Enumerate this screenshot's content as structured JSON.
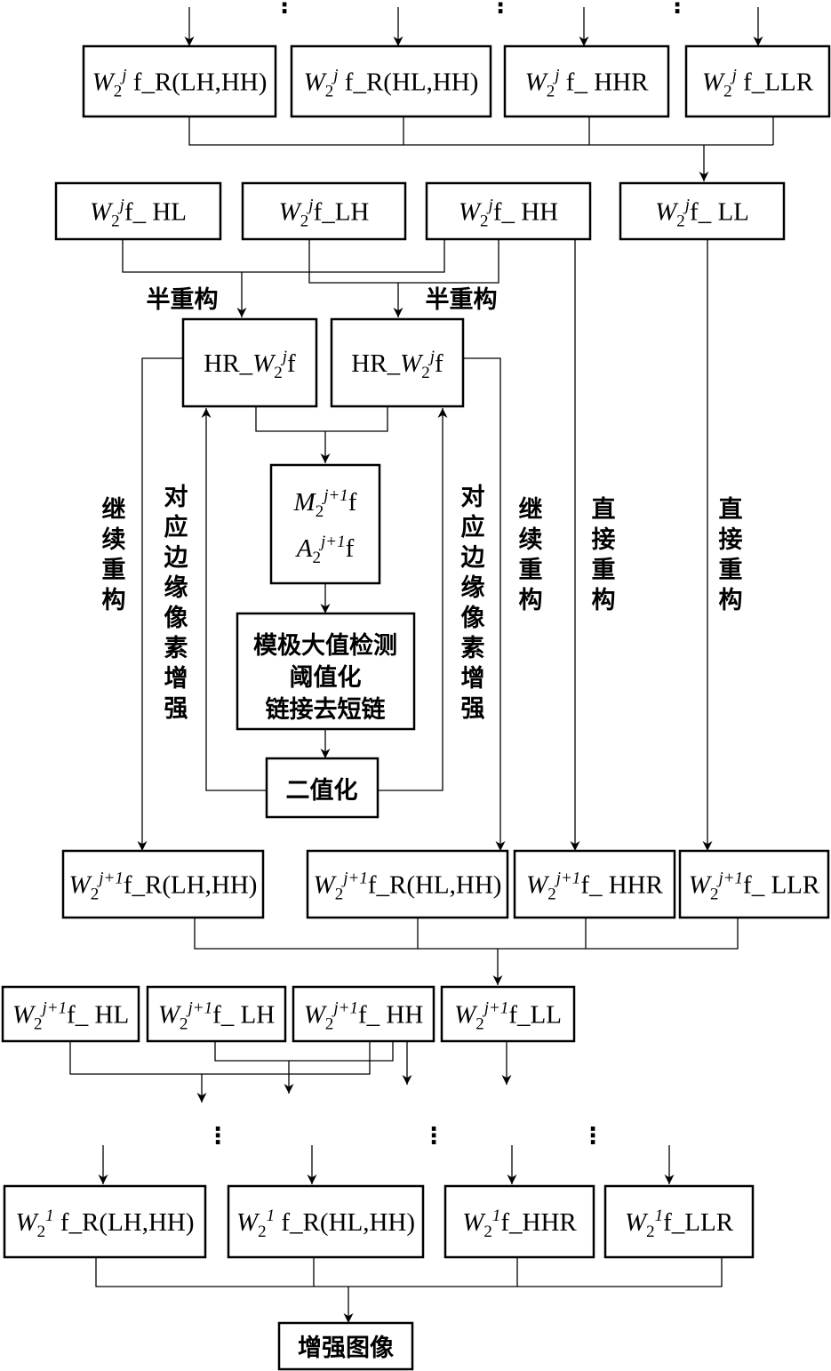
{
  "colors": {
    "line": "#000000",
    "background": "#ffffff"
  },
  "continuation": "⋮",
  "labels": {
    "half_reconstruction": "半重构",
    "continue_reconstruction": "继续重构",
    "edge_enhance": "对应边缘像素增强",
    "direct_reconstruction": "直接重构"
  },
  "boxes": {
    "w2j_r_lh_hh": {
      "prefix": "W",
      "sub": "2",
      "sup": "j",
      "rest": " f_R(LH,HH)"
    },
    "w2j_r_hl_hh": {
      "prefix": "W",
      "sub": "2",
      "sup": "j",
      "rest": " f_R(HL,HH)"
    },
    "w2j_hhr": {
      "prefix": "W",
      "sub": "2",
      "sup": "j",
      "rest": " f_ HHR"
    },
    "w2j_llr": {
      "prefix": "W",
      "sub": "2",
      "sup": "j",
      "rest": " f_LLR"
    },
    "w2j_hl": {
      "prefix": "W",
      "sub": "2",
      "sup": "j",
      "rest": "f_ HL"
    },
    "w2j_lh": {
      "prefix": "W",
      "sub": "2",
      "sup": "j",
      "rest": "f_LH"
    },
    "w2j_hh": {
      "prefix": "W",
      "sub": "2",
      "sup": "j",
      "rest": "f_ HH"
    },
    "w2j_ll": {
      "prefix": "W",
      "sub": "2",
      "sup": "j",
      "rest": "f_ LL"
    },
    "hr_left": {
      "lead": "HR_",
      "prefix": "W",
      "sub": "2",
      "sup": "j",
      "rest": "f"
    },
    "hr_right": {
      "lead": "HR_",
      "prefix": "W",
      "sub": "2",
      "sup": "j",
      "rest": "f"
    },
    "modulus_line1": {
      "prefix": "M",
      "sub": "2",
      "sup": "j+1",
      "rest": "f"
    },
    "modulus_line2": {
      "prefix": "A",
      "sub": "2",
      "sup": "j+1",
      "rest": "f"
    },
    "processing": [
      "模极大值检测",
      "阈值化",
      "链接去短链"
    ],
    "binarize": "二值化",
    "w2j1_r_lh_hh": {
      "prefix": "W",
      "sub": "2",
      "sup": "j+1",
      "rest": "f_R(LH,HH)"
    },
    "w2j1_r_hl_hh": {
      "prefix": "W",
      "sub": "2",
      "sup": "j+1",
      "rest": "f_R(HL,HH)"
    },
    "w2j1_hhr": {
      "prefix": "W",
      "sub": "2",
      "sup": "j+1",
      "rest": "f_ HHR"
    },
    "w2j1_llr": {
      "prefix": "W",
      "sub": "2",
      "sup": "j+1",
      "rest": "f_ LLR"
    },
    "w2j1_hl": {
      "prefix": "W",
      "sub": "2",
      "sup": "j+1",
      "rest": "f_ HL"
    },
    "w2j1_lh": {
      "prefix": "W",
      "sub": "2",
      "sup": "j+1",
      "rest": "f_ LH"
    },
    "w2j1_hh": {
      "prefix": "W",
      "sub": "2",
      "sup": "j+1",
      "rest": "f_ HH"
    },
    "w2j1_ll": {
      "prefix": "W",
      "sub": "2",
      "sup": "j+1",
      "rest": "f_LL"
    },
    "w21_r_lh_hh": {
      "prefix": "W",
      "sub": "2",
      "sup": "1",
      "rest": " f_R(LH,HH)"
    },
    "w21_r_hl_hh": {
      "prefix": "W",
      "sub": "2",
      "sup": "1",
      "rest": " f_R(HL,HH)"
    },
    "w21_hhr": {
      "prefix": "W",
      "sub": "2",
      "sup": "1",
      "rest": "f_HHR"
    },
    "w21_llr": {
      "prefix": "W",
      "sub": "2",
      "sup": "1",
      "rest": "f_LLR"
    },
    "output": "增强图像"
  }
}
